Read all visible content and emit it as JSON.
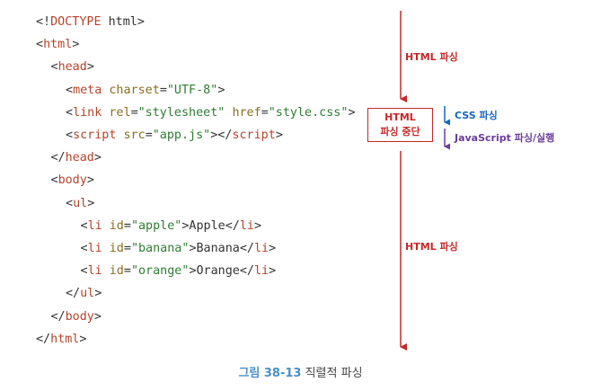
{
  "code_lines": [
    {
      "indent": 0,
      "parts": [
        {
          "t": "<!",
          "c": "txt"
        },
        {
          "t": "DOCTYPE",
          "c": "tag"
        },
        {
          "t": " html>",
          "c": "txt"
        }
      ]
    },
    {
      "indent": 0,
      "parts": [
        {
          "t": "<",
          "c": "txt"
        },
        {
          "t": "html",
          "c": "tag"
        },
        {
          "t": ">",
          "c": "txt"
        }
      ]
    },
    {
      "indent": 1,
      "parts": [
        {
          "t": "<",
          "c": "txt"
        },
        {
          "t": "head",
          "c": "tag"
        },
        {
          "t": ">",
          "c": "txt"
        }
      ]
    },
    {
      "indent": 2,
      "parts": [
        {
          "t": "<",
          "c": "txt"
        },
        {
          "t": "meta",
          "c": "tag"
        },
        {
          "t": " ",
          "c": "txt"
        },
        {
          "t": "charset",
          "c": "attr"
        },
        {
          "t": "=",
          "c": "txt"
        },
        {
          "t": "\"UTF-8\"",
          "c": "str"
        },
        {
          "t": ">",
          "c": "txt"
        }
      ]
    },
    {
      "indent": 2,
      "parts": [
        {
          "t": "<",
          "c": "txt"
        },
        {
          "t": "link",
          "c": "tag"
        },
        {
          "t": " ",
          "c": "txt"
        },
        {
          "t": "rel",
          "c": "attr"
        },
        {
          "t": "=",
          "c": "txt"
        },
        {
          "t": "\"stylesheet\"",
          "c": "str"
        },
        {
          "t": " ",
          "c": "txt"
        },
        {
          "t": "href",
          "c": "attr"
        },
        {
          "t": "=",
          "c": "txt"
        },
        {
          "t": "\"style.css\"",
          "c": "str"
        },
        {
          "t": ">",
          "c": "txt"
        }
      ]
    },
    {
      "indent": 2,
      "parts": [
        {
          "t": "<",
          "c": "txt"
        },
        {
          "t": "script",
          "c": "tag"
        },
        {
          "t": " ",
          "c": "txt"
        },
        {
          "t": "src",
          "c": "attr"
        },
        {
          "t": "=",
          "c": "txt"
        },
        {
          "t": "\"app.js\"",
          "c": "str"
        },
        {
          "t": "></",
          "c": "txt"
        },
        {
          "t": "script",
          "c": "tag"
        },
        {
          "t": ">",
          "c": "txt"
        }
      ]
    },
    {
      "indent": 1,
      "parts": [
        {
          "t": "</",
          "c": "txt"
        },
        {
          "t": "head",
          "c": "tag"
        },
        {
          "t": ">",
          "c": "txt"
        }
      ]
    },
    {
      "indent": 1,
      "parts": [
        {
          "t": "<",
          "c": "txt"
        },
        {
          "t": "body",
          "c": "tag"
        },
        {
          "t": ">",
          "c": "txt"
        }
      ]
    },
    {
      "indent": 2,
      "parts": [
        {
          "t": "<",
          "c": "txt"
        },
        {
          "t": "ul",
          "c": "tag"
        },
        {
          "t": ">",
          "c": "txt"
        }
      ]
    },
    {
      "indent": 3,
      "parts": [
        {
          "t": "<",
          "c": "txt"
        },
        {
          "t": "li",
          "c": "tag"
        },
        {
          "t": " ",
          "c": "txt"
        },
        {
          "t": "id",
          "c": "attr"
        },
        {
          "t": "=",
          "c": "txt"
        },
        {
          "t": "\"apple\"",
          "c": "str"
        },
        {
          "t": ">Apple</",
          "c": "txt"
        },
        {
          "t": "li",
          "c": "tag"
        },
        {
          "t": ">",
          "c": "txt"
        }
      ]
    },
    {
      "indent": 3,
      "parts": [
        {
          "t": "<",
          "c": "txt"
        },
        {
          "t": "li",
          "c": "tag"
        },
        {
          "t": " ",
          "c": "txt"
        },
        {
          "t": "id",
          "c": "attr"
        },
        {
          "t": "=",
          "c": "txt"
        },
        {
          "t": "\"banana\"",
          "c": "str"
        },
        {
          "t": ">Banana</",
          "c": "txt"
        },
        {
          "t": "li",
          "c": "tag"
        },
        {
          "t": ">",
          "c": "txt"
        }
      ]
    },
    {
      "indent": 3,
      "parts": [
        {
          "t": "<",
          "c": "txt"
        },
        {
          "t": "li",
          "c": "tag"
        },
        {
          "t": " ",
          "c": "txt"
        },
        {
          "t": "id",
          "c": "attr"
        },
        {
          "t": "=",
          "c": "txt"
        },
        {
          "t": "\"orange\"",
          "c": "str"
        },
        {
          "t": ">Orange</",
          "c": "txt"
        },
        {
          "t": "li",
          "c": "tag"
        },
        {
          "t": ">",
          "c": "txt"
        }
      ]
    },
    {
      "indent": 2,
      "parts": [
        {
          "t": "</",
          "c": "txt"
        },
        {
          "t": "ul",
          "c": "tag"
        },
        {
          "t": ">",
          "c": "txt"
        }
      ]
    },
    {
      "indent": 1,
      "parts": [
        {
          "t": "</",
          "c": "txt"
        },
        {
          "t": "body",
          "c": "tag"
        },
        {
          "t": ">",
          "c": "txt"
        }
      ]
    },
    {
      "indent": 0,
      "parts": [
        {
          "t": "</",
          "c": "txt"
        },
        {
          "t": "html",
          "c": "tag"
        },
        {
          "t": ">",
          "c": "txt"
        }
      ]
    }
  ],
  "labels": {
    "html_parsing_top": "HTML 파싱",
    "html_parsing_bottom": "HTML 파싱",
    "stop_line1": "HTML",
    "stop_line2": "파싱 중단",
    "css_parsing": "CSS 파싱",
    "js_parsing": "JavaScript 파싱/실행"
  },
  "caption": {
    "figure": "그림 38-13",
    "text": " 직렬적 파싱"
  },
  "colors": {
    "html_arrow": "#c62828",
    "css_arrow": "#1565c0",
    "js_arrow": "#6a3d9a"
  }
}
